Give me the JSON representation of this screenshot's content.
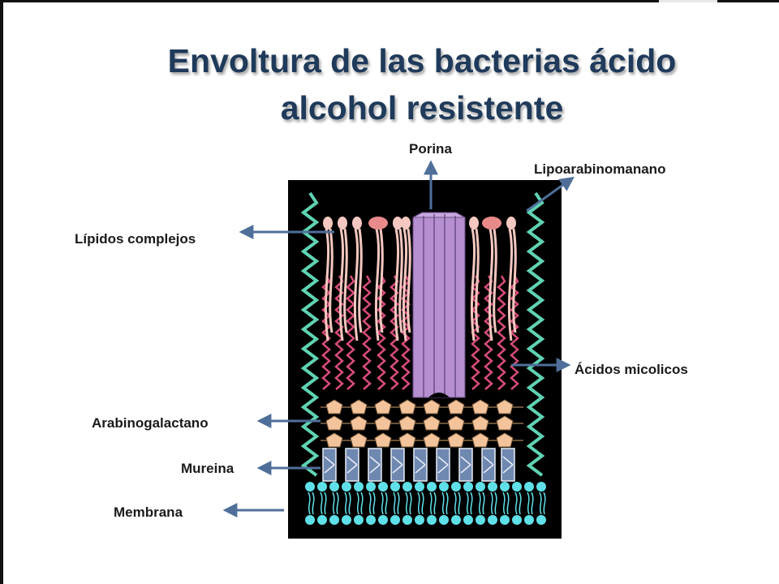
{
  "title": {
    "line1": "Envoltura de las bacterias ácido",
    "line2": "alcohol resistente"
  },
  "labels": {
    "porina": "Porina",
    "lipoarabinomanano": "Lipoarabinomanano",
    "lipidos": "Lípidos complejos",
    "acidos": "Ácidos micolicos",
    "arabinogalactano": "Arabinogalactano",
    "mureina": "Mureina",
    "membrana": "Membrana"
  },
  "colors": {
    "background_panel": "#000000",
    "arrow": "#4f6f9a",
    "lipid_head": "#f4c8c0",
    "lipid_head_large": "#e98a8a",
    "mycolic": "#d84d78",
    "porin": "#b58fd0",
    "lam": "#5fd3b3",
    "arabinogalactan": "#f3c49c",
    "murein": "#6f88b0",
    "membrane": "#5fe0e8"
  }
}
